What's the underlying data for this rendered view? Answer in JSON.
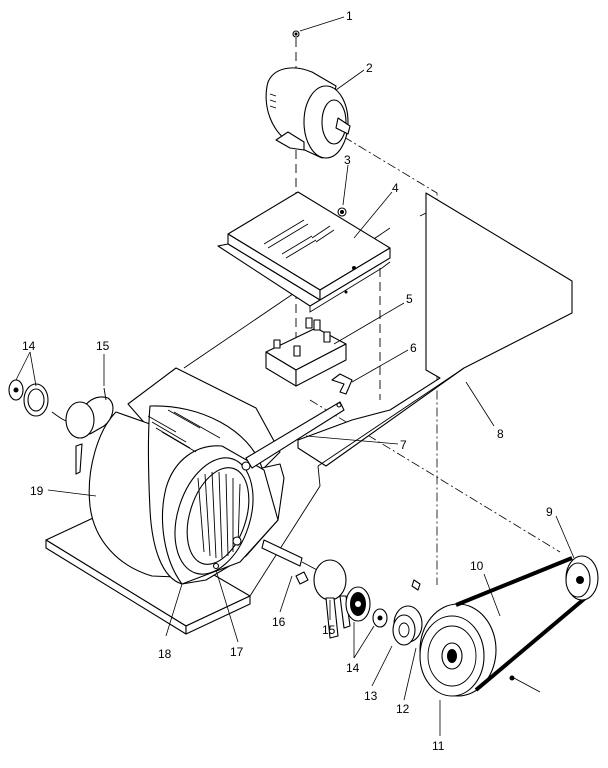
{
  "callouts": {
    "c1": "1",
    "c2": "2",
    "c3": "3",
    "c4": "4",
    "c5": "5",
    "c6": "6",
    "c7": "7",
    "c8": "8",
    "c9": "9",
    "c10": "10",
    "c11": "11",
    "c12": "12",
    "c13": "13",
    "c14a": "14",
    "c14b": "14",
    "c15a": "15",
    "c15b": "15",
    "c16": "16",
    "c17": "17",
    "c18": "18",
    "c19": "19"
  }
}
